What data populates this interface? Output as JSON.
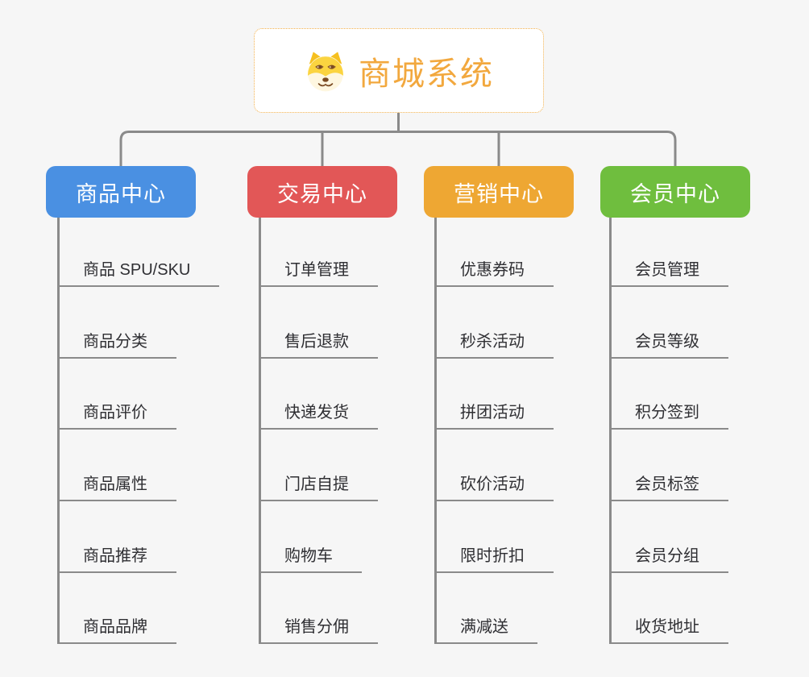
{
  "root": {
    "title": "商城系统",
    "icon": "dog-face-icon",
    "title_color": "#F2A83E",
    "border_color": "#F2B04C"
  },
  "branches": [
    {
      "label": "商品中心",
      "color": "#4A90E2",
      "items": [
        "商品 SPU/SKU",
        "商品分类",
        "商品评价",
        "商品属性",
        "商品推荐",
        "商品品牌"
      ]
    },
    {
      "label": "交易中心",
      "color": "#E25757",
      "items": [
        "订单管理",
        "售后退款",
        "快递发货",
        "门店自提",
        "购物车",
        "销售分佣"
      ]
    },
    {
      "label": "营销中心",
      "color": "#EEA733",
      "items": [
        "优惠券码",
        "秒杀活动",
        "拼团活动",
        "砍价活动",
        "限时折扣",
        "满减送"
      ]
    },
    {
      "label": "会员中心",
      "color": "#6FBE3E",
      "items": [
        "会员管理",
        "会员等级",
        "积分签到",
        "会员标签",
        "会员分组",
        "收货地址"
      ]
    }
  ],
  "palette": {
    "background": "#F6F6F6",
    "connector_line": "#8A8A8A",
    "leaf_underline": "#8A8A8A",
    "leaf_text": "#2F2F33"
  }
}
